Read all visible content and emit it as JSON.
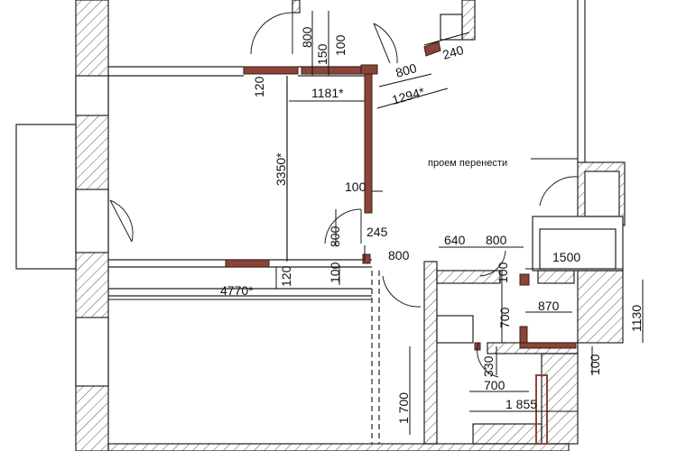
{
  "colors": {
    "new_wall": "#8b4538",
    "new_wall_stroke": "#3a1d17",
    "line": "#222222",
    "hatch": "#555555",
    "paper": "#ffffff"
  },
  "labels": {
    "d800_top": "800",
    "d150": "150",
    "d100_top": "100",
    "d120_left": "120",
    "d1181": "1181*",
    "d800_door": "800",
    "d240": "240",
    "d1294": "1294*",
    "d3350": "3350*",
    "d100_mid": "100",
    "d800_small": "800",
    "d245": "245",
    "d640": "640",
    "d800_right": "800",
    "d800_door2": "800",
    "d100_wall": "100",
    "d120_bottom": "120",
    "d4770": "4770*",
    "d1500": "1500",
    "d100_bath": "100",
    "d870": "870",
    "d700_v": "700",
    "d1130": "1130",
    "d330": "330",
    "d100_right": "100",
    "d700_h": "700",
    "d1700": "1 700",
    "d1855": "1 855",
    "note_opening": "проем перенести"
  }
}
